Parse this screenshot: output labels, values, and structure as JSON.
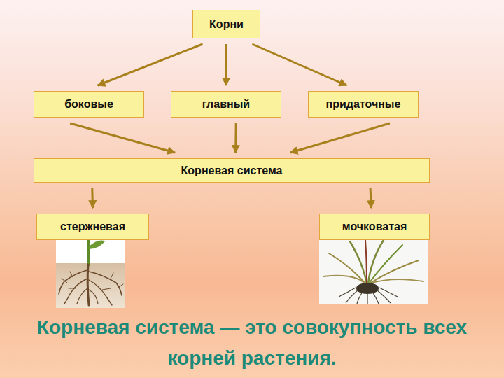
{
  "diagram": {
    "caption": "Корневая система — это совокупность всех корней растения.",
    "nodes": [
      {
        "text": [
          "Корни"
        ]
      },
      {
        "text": [
          "боковые"
        ]
      },
      {
        "text": [
          "главный"
        ]
      },
      {
        "text": [
          "придаточные"
        ]
      },
      {
        "text": [
          "Корневая система"
        ]
      },
      {
        "text": [
          "стержневая"
        ]
      },
      {
        "text": [
          "мочковатая"
        ]
      }
    ],
    "edges": [
      {
        "from": 0,
        "to": 1,
        "arrow": "to"
      },
      {
        "from": 0,
        "to": 2,
        "arrow": "to"
      },
      {
        "from": 0,
        "to": 3,
        "arrow": "to"
      },
      {
        "from": 1,
        "to": 4,
        "arrow": "to"
      },
      {
        "from": 2,
        "to": 4,
        "arrow": "to"
      },
      {
        "from": 3,
        "to": 4,
        "arrow": "to"
      },
      {
        "from": 4,
        "to": 5,
        "arrow": "to"
      },
      {
        "from": 4,
        "to": 6,
        "arrow": "to"
      }
    ]
  }
}
